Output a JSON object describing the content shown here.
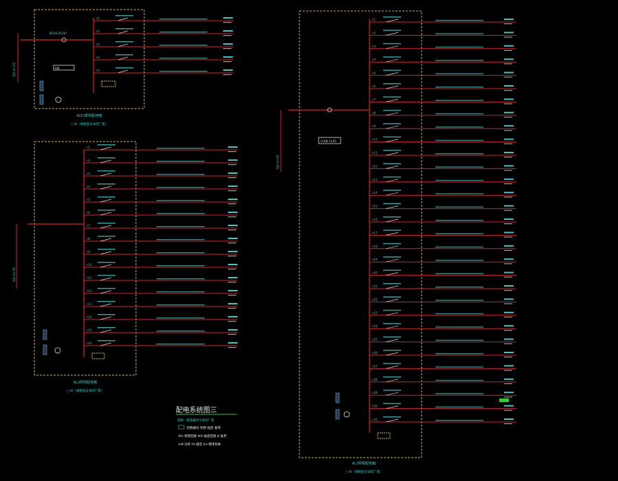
{
  "drawing": {
    "title": "配电系统图三",
    "colors": {
      "background": "#000000",
      "busbar": "#e02020",
      "frame": "#d8c020",
      "text": "#33cccc",
      "text_light": "#e0e0e0",
      "accent": "#33cc33"
    }
  },
  "panels": [
    {
      "id": "panel-1",
      "frame_label": "ALE1照明配电箱",
      "frame_caption": "□ W（规格型号详见厂家）",
      "incoming": "YJV-4×25",
      "main_breaker": "NSX100/4P",
      "incoming_cable": "XW",
      "circuits": [
        "n1",
        "n2",
        "n3",
        "n4",
        "n5"
      ]
    },
    {
      "id": "panel-2",
      "frame_label": "AL2照明配电箱",
      "frame_caption": "□ W（规格型号详见厂家）",
      "incoming": "YJV-4×35",
      "circuits": [
        "n1",
        "n2",
        "n3",
        "n4",
        "n5",
        "n6",
        "n7",
        "n8",
        "n9",
        "n10",
        "n11",
        "n12",
        "n13",
        "n14",
        "n15",
        "n16"
      ]
    },
    {
      "id": "panel-3",
      "frame_label": "AL3照明配电箱",
      "frame_caption": "□ W（规格型号详见厂家）",
      "incoming": "YJV-4×50",
      "meter": "LCKB-1×63",
      "circuits": [
        "n1",
        "n2",
        "n3",
        "n4",
        "n5",
        "n6",
        "n7",
        "n8",
        "n9",
        "n10",
        "n11",
        "n12",
        "n13",
        "n14",
        "n15",
        "n16",
        "n17",
        "n18",
        "n19",
        "n20",
        "n21",
        "n22",
        "n23",
        "n24",
        "n25",
        "n26",
        "n27",
        "n28",
        "n29",
        "n30",
        "n31"
      ]
    }
  ],
  "legend": {
    "subtitle": "说明：配电箱尺寸详见厂家",
    "lines": [
      "回路编号 照明 插座 备用",
      "WL-照明回路 WX-插座回路 B-备用",
      "kW-功率 Pe-额定 Kx-需用系数"
    ]
  }
}
